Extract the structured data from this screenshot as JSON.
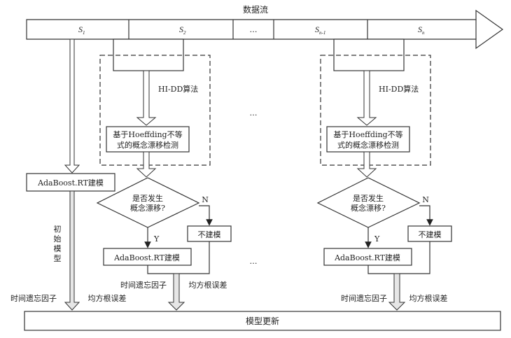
{
  "title": "数据流",
  "stream": {
    "segments": [
      {
        "base": "S",
        "sub": "1"
      },
      {
        "base": "S",
        "sub": "2"
      },
      {
        "base": "…",
        "sub": ""
      },
      {
        "base": "S",
        "sub": "n-1"
      },
      {
        "base": "S",
        "sub": "n"
      }
    ]
  },
  "initial": {
    "model_box": "AdaBoost.RT建模",
    "vertical_label": [
      "初",
      "始",
      "模",
      "型"
    ],
    "forget_factor": "时间遗忘因子",
    "rmse": "均方根误差"
  },
  "group": {
    "algorithm_label": "HI-DD算法",
    "detection_line1": "基于Hoeffding不等",
    "detection_line2": "式的概念漂移检测",
    "decision_line1": "是否发生",
    "decision_line2": "概念漂移?",
    "yes_label": "Y",
    "no_label": "N",
    "build_box": "AdaBoost.RT建模",
    "no_build_box": "不建模",
    "forget_factor": "时间遗忘因子",
    "rmse": "均方根误差"
  },
  "ellipsis": "…",
  "update_box": "模型更新"
}
